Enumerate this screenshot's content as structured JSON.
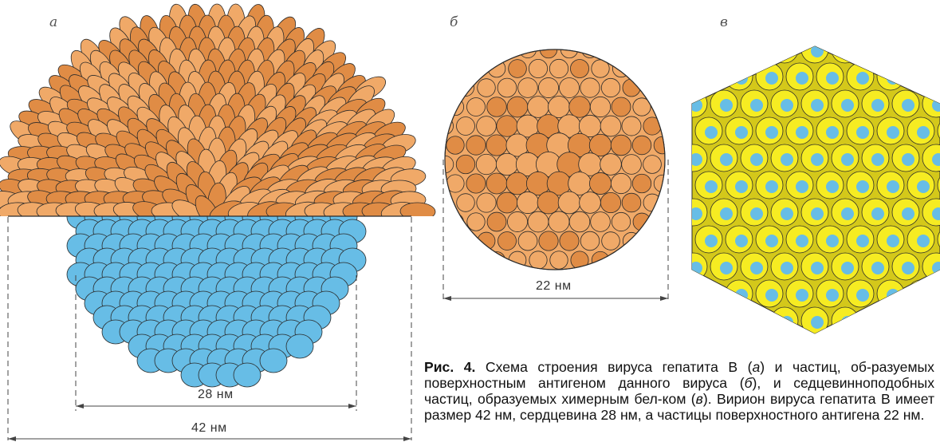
{
  "figure": {
    "panels": [
      {
        "id": "a",
        "letter": "а"
      },
      {
        "id": "b",
        "letter": "б"
      },
      {
        "id": "c",
        "letter": "в"
      }
    ],
    "dimensions": {
      "inner_a": "28 нм",
      "outer_a": "42 нм",
      "b": "22 нм"
    },
    "colors": {
      "surface_orange": "#f0a968",
      "surface_orange_dark": "#e08c45",
      "core_blue": "#67bde6",
      "chimeric_yellow": "#f6ec22",
      "outline": "#2a2a2a"
    },
    "caption": {
      "label": "Рис. 4.",
      "t1": " Схема строения вируса гепатита В (",
      "l1": "а",
      "t2": ") и частиц, об-разуемых поверхностным антигеном данного вируса (",
      "l2": "б",
      "t3": "), и седцевинноподобных частиц, образуемых химерным бел-ком (",
      "l3": "в",
      "t4": "). Вирион вируса гепатита В имеет размер 42 нм, сердцевина 28 нм, а частицы поверхностного антигена 22 нм."
    }
  }
}
